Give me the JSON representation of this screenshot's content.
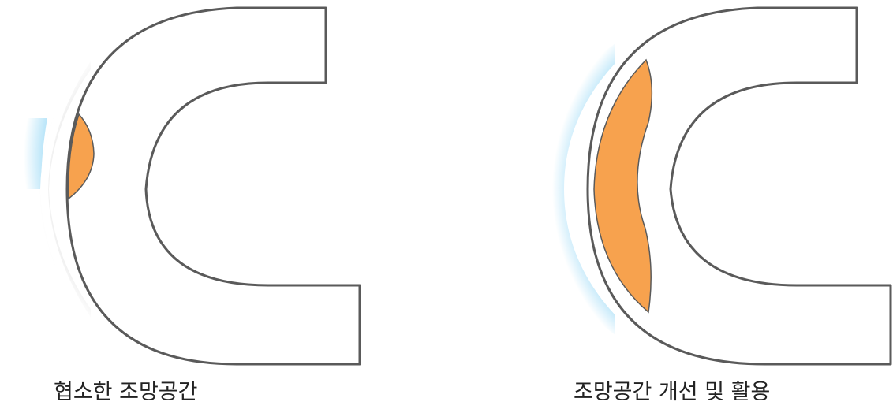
{
  "panels": [
    {
      "caption": "협소한 조망공간",
      "view_state": "narrow"
    },
    {
      "caption": "조망공간 개선 및 활용",
      "view_state": "improved"
    }
  ],
  "colors": {
    "outline": "#5a5a5a",
    "fill": "#ffffff",
    "view_area": "#f7a24e",
    "glow_blue": "#59c1f0",
    "shadow_gray": "#9a9a9a",
    "caption_text": "#222222"
  }
}
